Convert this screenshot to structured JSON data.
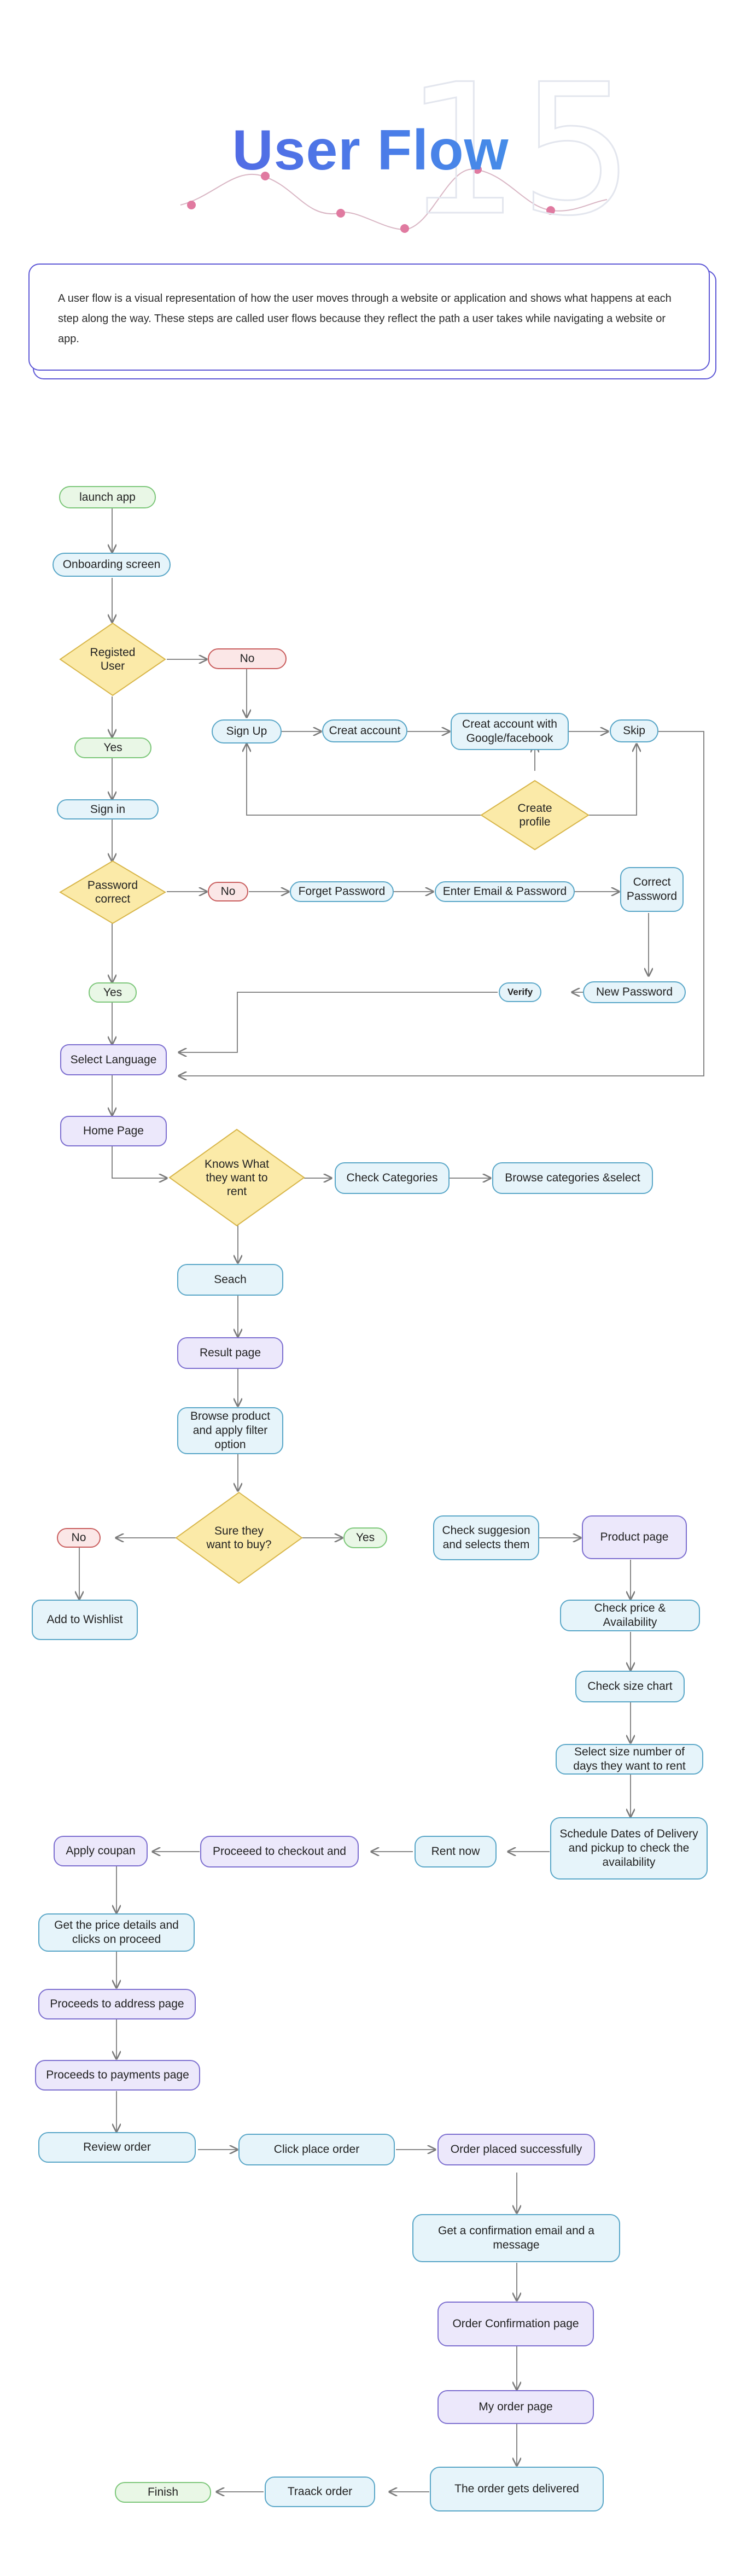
{
  "header": {
    "title": "User Flow",
    "number": "15",
    "intro": "A user flow is a visual representation of how the user moves through a website or application and shows what happens at each step along the way. These steps are called user flows because they reflect the path a user takes while navigating a website or app."
  },
  "flow": {
    "launch": "launch app",
    "onboarding": "Onboarding screen",
    "registered": "Registed User",
    "no1": "No",
    "yes1": "Yes",
    "sign_up": "Sign Up",
    "creat_account": "Creat account",
    "creat_google": "Creat account with Google/facebook",
    "skip": "Skip",
    "create_profile": "Create profile",
    "sign_in": "Sign in",
    "password_correct": "Password correct",
    "no2": "No",
    "forget_password": "Forget Password",
    "enter_email": "Enter Email & Password",
    "correct_password": "Correct Password",
    "yes2": "Yes",
    "verify": "Verify",
    "new_password": "New Password",
    "select_language": "Select Language",
    "home_page": "Home Page",
    "knows_what": "Knows What they want to rent",
    "check_categories": "Check Categories",
    "browse_categories": "Browse categories &select",
    "seach": "Seach",
    "result_page": "Result page",
    "browse_product": "Browse product and apply filter option",
    "sure_buy": "Sure they want to buy?",
    "no3": "No",
    "yes3": "Yes",
    "add_wishlist": "Add to Wishlist",
    "check_suggestion": "Check suggesion and selects them",
    "product_page": "Product page",
    "check_price": "Check price & Availability",
    "check_size": "Check size chart",
    "select_size": "Select size number of days they want to rent",
    "schedule_dates": "Schedule Dates of Delivery and pickup to check the availability",
    "rent_now": "Rent now",
    "proceed_checkout": "Proceeed to checkout and",
    "apply_coupan": "Apply coupan",
    "price_details": "Get the price details and clicks on proceed",
    "address_page": "Proceeds to address page",
    "payments_page": "Proceeds to payments page",
    "review_order": "Review order",
    "click_place_order": "Click place order",
    "order_placed": "Order placed successfully",
    "confirmation_email": "Get a confirmation email and a message",
    "order_confirmation": "Order Confirmation page",
    "my_order": "My order page",
    "order_delivered": "The order gets delivered",
    "track_order": "Traack order",
    "finish": "Finish"
  },
  "colors": {
    "title_start": "#5b52e0",
    "title_end": "#3aaae8",
    "green": "#7dc77a",
    "blue": "#5aa7c8",
    "purple": "#7d6fd0",
    "red": "#c95d5d",
    "diamond": "#fbeaa8",
    "connector": "#7a7a7a",
    "dot": "#e07aa0"
  }
}
